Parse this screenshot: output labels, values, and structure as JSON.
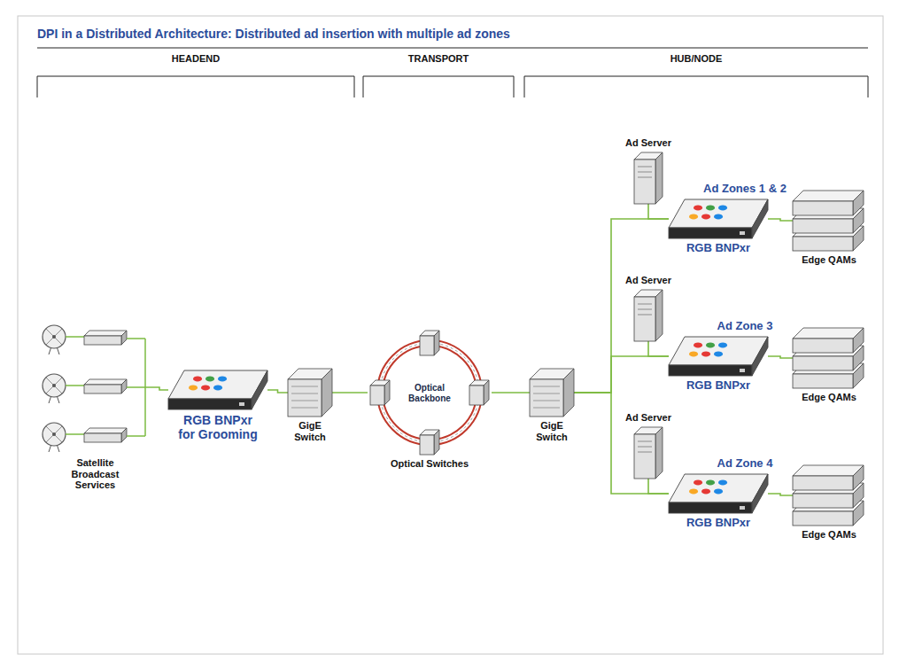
{
  "diagram": {
    "title": "DPI in a Distributed Architecture: Distributed ad insertion with multiple ad zones",
    "nodes": [
      {
        "text": [
          "Satellite Broadcast Services"
        ]
      },
      {
        "text": [
          "RGB BNPxr for Grooming"
        ]
      },
      {
        "text": [
          "GigE Switch"
        ]
      },
      {
        "text": [
          "Optical Backbone",
          "Optical Switches"
        ]
      },
      {
        "text": [
          "GigE Switch"
        ]
      },
      {
        "text": [
          "Ad Server"
        ]
      },
      {
        "text": [
          "Ad Zones 1 & 2",
          "RGB BNPxr"
        ]
      },
      {
        "text": [
          "Edge QAMs"
        ]
      },
      {
        "text": [
          "Ad Server"
        ]
      },
      {
        "text": [
          "Ad Zone 3",
          "RGB BNPxr"
        ]
      },
      {
        "text": [
          "Edge QAMs"
        ]
      },
      {
        "text": [
          "Ad Server"
        ]
      },
      {
        "text": [
          "Ad Zone 4",
          "RGB BNPxr"
        ]
      },
      {
        "text": [
          "Edge QAMs"
        ]
      }
    ],
    "edges": [
      {
        "from": 0,
        "to": 1,
        "arrow": "none"
      },
      {
        "from": 1,
        "to": 2,
        "arrow": "none"
      },
      {
        "from": 2,
        "to": 3,
        "arrow": "none"
      },
      {
        "from": 3,
        "to": 4,
        "arrow": "none"
      },
      {
        "from": 4,
        "to": 6,
        "arrow": "none"
      },
      {
        "from": 4,
        "to": 9,
        "arrow": "none"
      },
      {
        "from": 4,
        "to": 12,
        "arrow": "none"
      },
      {
        "from": 5,
        "to": 6,
        "arrow": "none"
      },
      {
        "from": 6,
        "to": 7,
        "arrow": "none"
      },
      {
        "from": 8,
        "to": 9,
        "arrow": "none"
      },
      {
        "from": 9,
        "to": 10,
        "arrow": "none"
      },
      {
        "from": 11,
        "to": 12,
        "arrow": "none"
      },
      {
        "from": 12,
        "to": 13,
        "arrow": "none"
      }
    ],
    "labels": [
      "HEADEND",
      "TRANSPORT",
      "HUB/NODE"
    ]
  }
}
